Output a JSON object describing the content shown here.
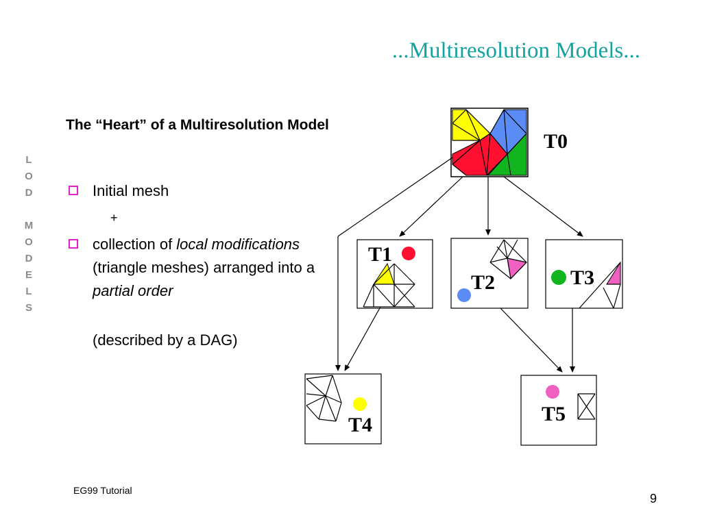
{
  "slide": {
    "title": "...Multiresolution Models...",
    "sidebar_letters": [
      "L",
      "O",
      "D",
      "",
      "M",
      "O",
      "D",
      "E",
      "L",
      "S"
    ],
    "heading": "The “Heart” of a Multiresolution Model",
    "bullets": [
      {
        "parts": [
          "Initial mesh"
        ]
      },
      {
        "parts": [
          "collection of ",
          "local modifications",
          " (triangle meshes) arranged into a ",
          "partial order"
        ]
      }
    ],
    "plus": "+",
    "described": "(described by a DAG)",
    "footer": "EG99 Tutorial",
    "page_number": "9"
  },
  "diagram": {
    "nodes": [
      "T0",
      "T1",
      "T2",
      "T3",
      "T4",
      "T5"
    ],
    "colors": {
      "yellow": "#ffff00",
      "blue": "#5b8cf5",
      "red": "#ff1030",
      "green": "#12b520",
      "pink": "#f060c0"
    }
  }
}
